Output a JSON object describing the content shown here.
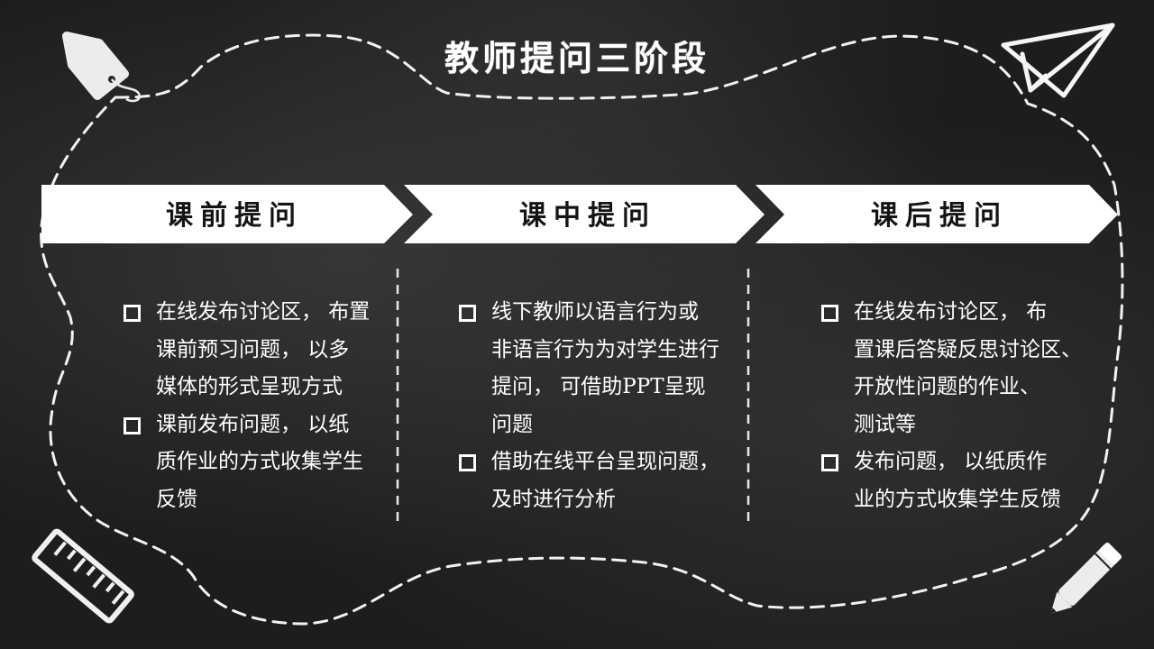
{
  "slide": {
    "title": "教师提问三阶段",
    "stages": [
      {
        "label": "课前提问",
        "bullets": [
          [
            "在线发布讨论区， 布置",
            "课前预习问题， 以多",
            "媒体的形式呈现方式"
          ],
          [
            "课前发布问题， 以纸",
            "质作业的方式收集学生",
            "反馈"
          ]
        ]
      },
      {
        "label": "课中提问",
        "bullets": [
          [
            "线下教师以语言行为或",
            "非语言行为为对学生进行",
            "提问， 可借助PPT呈现",
            "问题"
          ],
          [
            "借助在线平台呈现问题，",
            "及时进行分析"
          ]
        ]
      },
      {
        "label": "课后提问",
        "bullets": [
          [
            "在线发布讨论区， 布",
            "置课后答疑反思讨论区、",
            "开放性问题的作业、",
            "测试等"
          ],
          [
            "发布问题， 以纸质作",
            "业的方式收集学生反馈"
          ]
        ]
      }
    ],
    "decor_icons": [
      "tag-icon",
      "paper-plane-icon",
      "ruler-icon",
      "pencil-icon"
    ]
  },
  "colors": {
    "background": "#1d1d1c",
    "chalk": "#ffffff",
    "banner": "#ffffff",
    "banner_text": "#141414"
  }
}
